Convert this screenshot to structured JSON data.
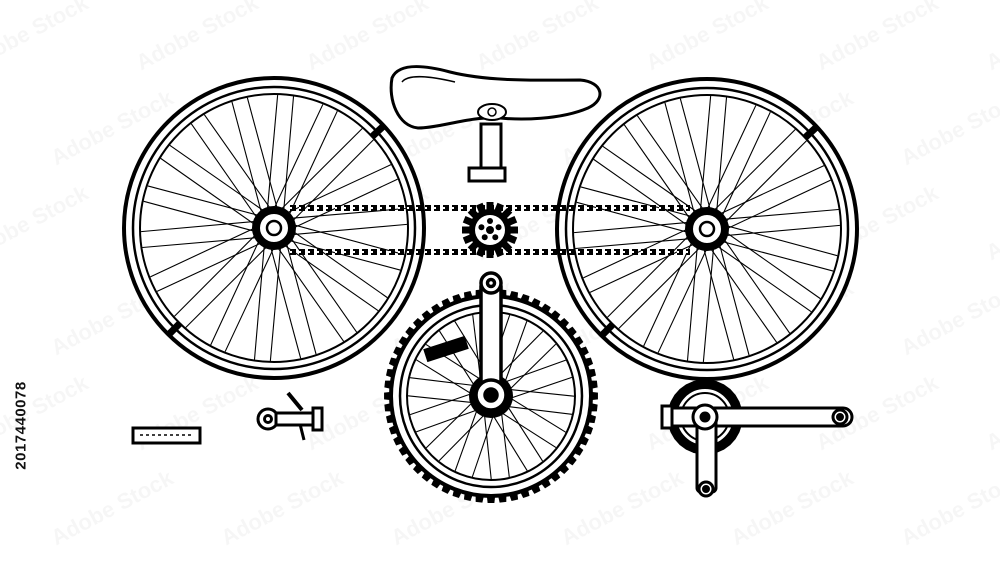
{
  "stock_id": "2017440078",
  "watermark_text": "Adobe Stock",
  "colors": {
    "ink": "#000000",
    "paper": "#ffffff"
  },
  "parts": [
    "rear-wheel",
    "front-wheel",
    "small-knobby-wheel",
    "saddle",
    "chain",
    "sprocket",
    "crank-arm",
    "pedal",
    "brake-lever",
    "crankset"
  ]
}
